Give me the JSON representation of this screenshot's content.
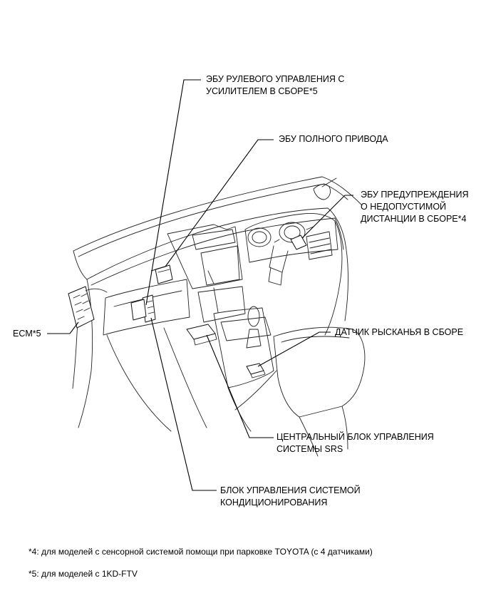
{
  "labels": {
    "steering_ecu_line1": "ЭБУ РУЛЕВОГО УПРАВЛЕНИЯ С",
    "steering_ecu_line2": "УСИЛИТЕЛЕМ В СБОРЕ*5",
    "awd_ecu": "ЭБУ ПОЛНОГО ПРИВОДА",
    "clearance_ecu_line1": "ЭБУ ПРЕДУПРЕЖДЕНИЯ",
    "clearance_ecu_line2": "О НЕДОПУСТИМОЙ",
    "clearance_ecu_line3": "ДИСТАНЦИИ В СБОРЕ*4",
    "ecm": "ECM*5",
    "yaw_sensor": "ДАТЧИК РЫСКАНЬЯ В СБОРЕ",
    "srs_line1": "ЦЕНТРАЛЬНЫЙ БЛОК УПРАВЛЕНИЯ",
    "srs_line2": "СИСТЕМЫ SRS",
    "ac_line1": "БЛОК УПРАВЛЕНИЯ СИСТЕМОЙ",
    "ac_line2": "КОНДИЦИОНИРОВАНИЯ"
  },
  "footnotes": {
    "note4": "*4: для моделей с сенсорной системой помощи при парковке TOYOTA (с 4 датчиками)",
    "note5": "*5: для моделей с 1KD-FTV"
  }
}
